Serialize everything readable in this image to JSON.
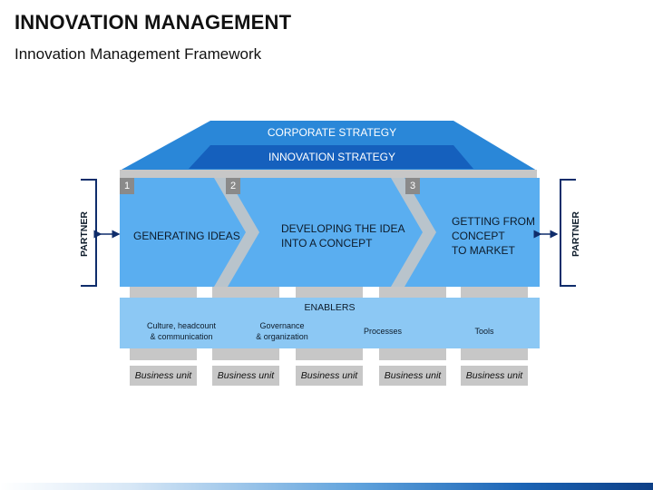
{
  "header": {
    "title": "INNOVATION MANAGEMENT",
    "subtitle": "Innovation Management Framework"
  },
  "roof": {
    "outer_label": "CORPORATE STRATEGY",
    "inner_label": "INNOVATION STRATEGY"
  },
  "stages": [
    {
      "number": "1",
      "label_lines": [
        "GENERATING IDEAS"
      ]
    },
    {
      "number": "2",
      "label_lines": [
        "DEVELOPING THE IDEA",
        "INTO A CONCEPT"
      ]
    },
    {
      "number": "3",
      "label_lines": [
        "GETTING FROM",
        "CONCEPT",
        "TO MARKET"
      ]
    }
  ],
  "partner": {
    "left_label": "PARTNER",
    "right_label": "PARTNER"
  },
  "enablers": {
    "title": "ENABLERS",
    "items": [
      {
        "lines": [
          "Culture, headcount",
          "& communication"
        ]
      },
      {
        "lines": [
          "Governance",
          "& organization"
        ]
      },
      {
        "lines": [
          "Processes"
        ]
      },
      {
        "lines": [
          "Tools"
        ]
      }
    ]
  },
  "business_units": [
    "Business unit",
    "Business unit",
    "Business unit",
    "Business unit",
    "Business unit"
  ],
  "colors": {
    "roof_outer": "#2a87d8",
    "roof_inner": "#1560bd",
    "process_band": "#5aaef0",
    "enablers_band": "#8cc8f4",
    "chevron": "#b9c4cc",
    "partner_line": "#0f2d6b",
    "column": "#c7c7c7"
  }
}
